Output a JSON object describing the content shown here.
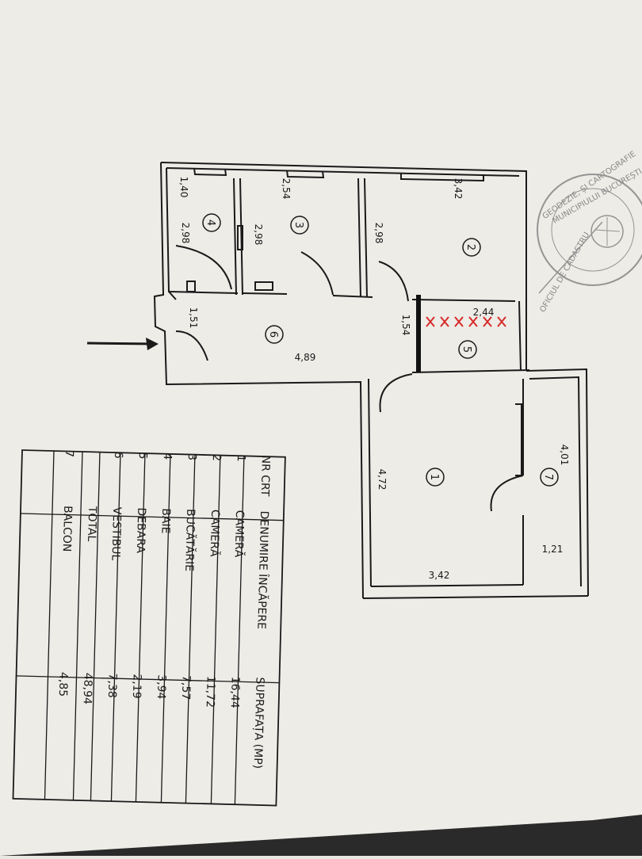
{
  "plan": {
    "rooms": [
      {
        "number": "1",
        "dims": [
          "4,72",
          "3,42"
        ]
      },
      {
        "number": "2",
        "dims": [
          "2,98",
          "3,42"
        ]
      },
      {
        "number": "3",
        "dims": [
          "2,98",
          "2,54"
        ]
      },
      {
        "number": "4",
        "dims": [
          "2,98",
          "1,40"
        ]
      },
      {
        "number": "5",
        "dims": [
          "2,44",
          "1,54"
        ]
      },
      {
        "number": "6",
        "dims": [
          "4,89",
          "1,51"
        ]
      },
      {
        "number": "7",
        "dims": [
          "4,01",
          "1,21"
        ]
      }
    ],
    "stamp_text": [
      "GEODEZIE, ȘI CARTOGRAFIE",
      "MUNICIPIULUI BUCUREȘTI",
      "OFICIUL DE CADASTRU"
    ],
    "colors": {
      "paper": "#eeece7",
      "ink": "#1a1a1a",
      "wall_heavy": "#111111",
      "red_mark": "#d62a2a",
      "stamp": "#777777"
    }
  },
  "table": {
    "headers": {
      "nr": "NR CRT",
      "name": "DENUMIRE ÎNCĂPERE",
      "area": "SUPRAFAȚA (MP)"
    },
    "rows": [
      {
        "nr": "1",
        "name": "CAMERĂ",
        "area": "16,44"
      },
      {
        "nr": "2",
        "name": "CAMERĂ",
        "area": "11,72"
      },
      {
        "nr": "3",
        "name": "BUCĂTĂRIE",
        "area": "7,57"
      },
      {
        "nr": "4",
        "name": "BAIE",
        "area": "3,94"
      },
      {
        "nr": "5",
        "name": "DEBARA",
        "area": "2,19"
      },
      {
        "nr": "6",
        "name": "VESTIBUL",
        "area": "7,38"
      },
      {
        "nr": "",
        "name": "TOTAL",
        "area": "48,94"
      },
      {
        "nr": "7",
        "name": "BALCON",
        "area": "4,85"
      }
    ]
  }
}
